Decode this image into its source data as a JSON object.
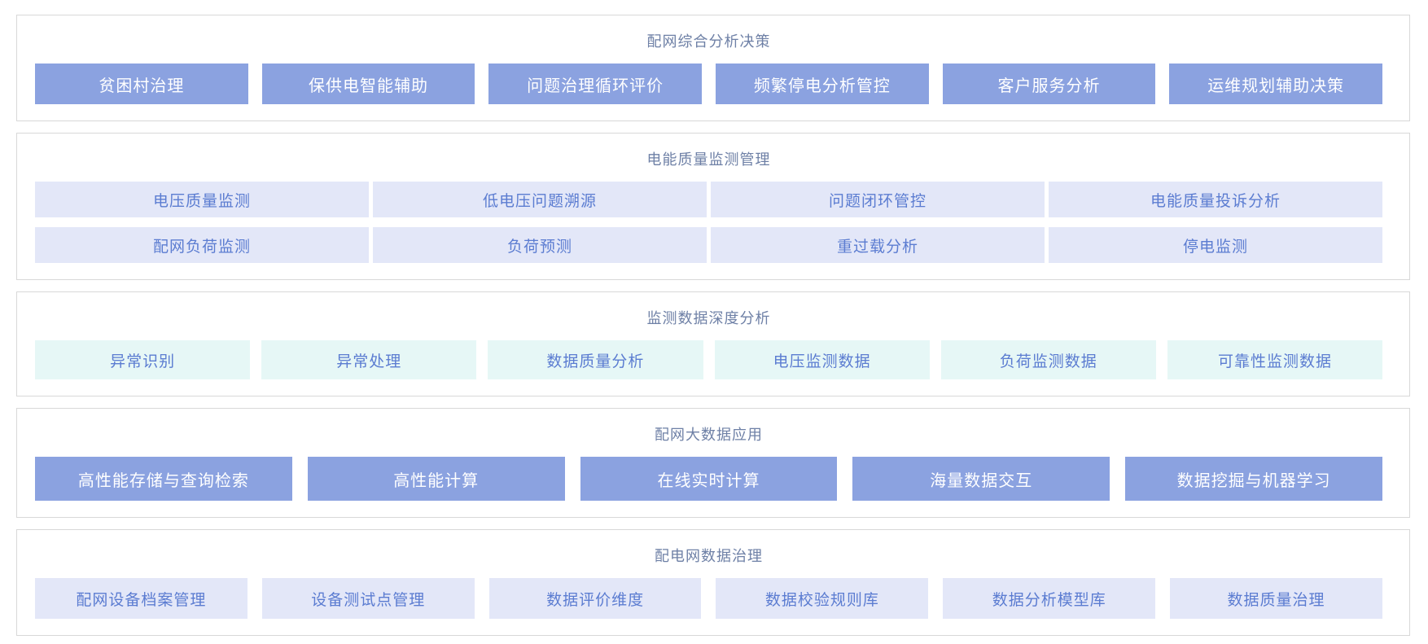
{
  "sections": [
    {
      "title": "配网综合分析决策",
      "style": "dark",
      "rows": [
        [
          "贫困村治理",
          "保供电智能辅助",
          "问题治理循环评价",
          "频繁停电分析管控",
          "客户服务分析",
          "运维规划辅助决策"
        ]
      ]
    },
    {
      "title": "电能质量监测管理",
      "style": "lavender",
      "rows": [
        [
          "电压质量监测",
          "低电压问题溯源",
          "问题闭环管控",
          "电能质量投诉分析"
        ],
        [
          "配网负荷监测",
          "负荷预测",
          "重过载分析",
          "停电监测"
        ]
      ]
    },
    {
      "title": "监测数据深度分析",
      "style": "teal",
      "rows": [
        [
          "异常识别",
          "异常处理",
          "数据质量分析",
          "电压监测数据",
          "负荷监测数据",
          "可靠性监测数据"
        ]
      ]
    },
    {
      "title": "配网大数据应用",
      "style": "dark",
      "rows": [
        [
          "高性能存储与查询检索",
          "高性能计算",
          "在线实时计算",
          "海量数据交互",
          "数据挖掘与机器学习"
        ]
      ]
    },
    {
      "title": "配电网数据治理",
      "style": "lavender",
      "rows": [
        [
          "配网设备档案管理",
          "设备测试点管理",
          "数据评价维度",
          "数据校验规则库",
          "数据分析模型库",
          "数据质量治理"
        ]
      ]
    }
  ],
  "colors": {
    "dark_tile_bg": "#8ba2e0",
    "dark_tile_text": "#ffffff",
    "lavender_tile_bg": "#e3e7f8",
    "teal_tile_bg": "#e6f7f6",
    "light_tile_text": "#5b7cd1",
    "section_title_text": "#6e80a6",
    "section_border": "#d8d8d8"
  }
}
